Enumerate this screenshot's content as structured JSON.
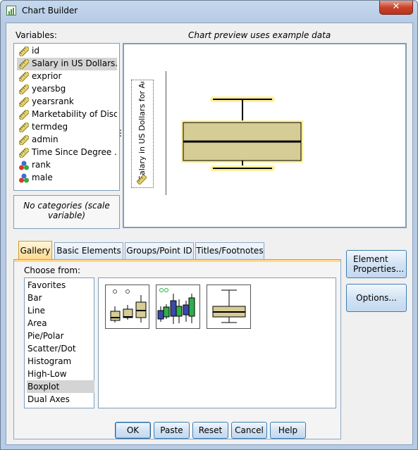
{
  "window": {
    "title": "Chart Builder",
    "close_glyph": "✕"
  },
  "variables": {
    "label": "Variables:",
    "items": [
      {
        "label": "id",
        "icon": "scale-ruler-icon",
        "selected": false
      },
      {
        "label": "Salary in US Dollars...",
        "icon": "scale-ruler-icon",
        "selected": true
      },
      {
        "label": "exprior",
        "icon": "scale-ruler-icon",
        "selected": false
      },
      {
        "label": "yearsbg",
        "icon": "scale-ruler-icon",
        "selected": false
      },
      {
        "label": "yearsrank",
        "icon": "scale-ruler-icon",
        "selected": false
      },
      {
        "label": "Marketability of Disci...",
        "icon": "scale-ruler-icon",
        "selected": false
      },
      {
        "label": "termdeg",
        "icon": "scale-ruler-icon",
        "selected": false
      },
      {
        "label": "admin",
        "icon": "scale-ruler-icon",
        "selected": false
      },
      {
        "label": "Time Since Degree ...",
        "icon": "scale-ruler-icon",
        "selected": false
      },
      {
        "label": "rank",
        "icon": "nominal-balls-icon",
        "selected": false
      },
      {
        "label": "male",
        "icon": "nominal-balls-icon",
        "selected": false
      }
    ],
    "categories_text_1": "No categories (scale",
    "categories_text_2": "variable)"
  },
  "preview": {
    "caption": "Chart preview uses example data",
    "y_axis_label": "Salary in US Dollars for Ac..."
  },
  "tabs": [
    {
      "label": "Gallery",
      "active": true
    },
    {
      "label": "Basic Elements",
      "active": false
    },
    {
      "label": "Groups/Point ID",
      "active": false
    },
    {
      "label": "Titles/Footnotes",
      "active": false
    }
  ],
  "gallery": {
    "choose_label": "Choose from:",
    "types": [
      "Favorites",
      "Bar",
      "Line",
      "Area",
      "Pie/Polar",
      "Scatter/Dot",
      "Histogram",
      "High-Low",
      "Boxplot",
      "Dual Axes"
    ],
    "selected": "Boxplot",
    "thumbnails": [
      "simple-boxplot-icon",
      "clustered-boxplot-icon",
      "1-d-boxplot-icon"
    ]
  },
  "side_buttons": {
    "element_properties_1": "Element",
    "element_properties_2": "Properties...",
    "options": "Options..."
  },
  "bottom_buttons": [
    "OK",
    "Paste",
    "Reset",
    "Cancel",
    "Help"
  ],
  "colors": {
    "box_fill": "#d6cc96",
    "highlight": "#fff199",
    "blue_box": "#3b4aa8",
    "green_box": "#2fae4a",
    "tab_active": "#ffd88a"
  }
}
